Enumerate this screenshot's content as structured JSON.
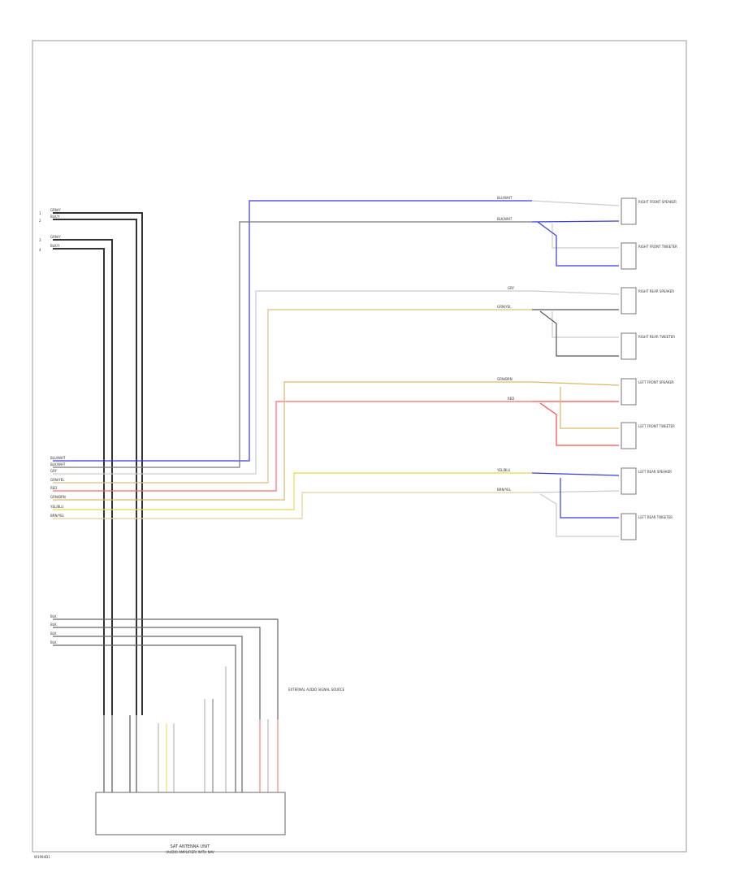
{
  "diagram": {
    "footer_code": "W1994D1",
    "module_label": "SAT ANTENNA UNIT",
    "module_sublabel": "(AUDIO AMPLIFIER) WITH NAV",
    "note_label": "EXTERNAL AUDIO SIGNAL SOURCE",
    "left_wires_top": [
      "GRN/Y",
      "BLK/Y",
      "GRN/Y",
      "BLK/Y"
    ],
    "left_wires_mid": [
      "BLU/WHT",
      "BLK/WHT",
      "GRY",
      "GRN/YEL",
      "RED",
      "GRN/BRN",
      "YEL/BLU",
      "BRN/YEL"
    ],
    "left_wires_bottom": [
      "BLK",
      "BLK",
      "BLK",
      "BLK"
    ],
    "right_wires": [
      "BLU/WHT",
      "BLK/WHT",
      "GRY",
      "GRN/YEL",
      "GRN/BRN",
      "RED",
      "YEL/BLU",
      "BRN/YEL"
    ],
    "speaker_names": [
      "RIGHT FRONT SPEAKER",
      "RIGHT FRONT TWEETER",
      "RIGHT REAR SPEAKER",
      "RIGHT REAR TWEETER",
      "LEFT FRONT SPEAKER",
      "LEFT FRONT TWEETER",
      "LEFT REAR SPEAKER",
      "LEFT REAR TWEETER"
    ],
    "colors": {
      "blue": "#3a3ae0",
      "black": "#222222",
      "gray": "#999999",
      "yellow": "#e6d84a",
      "tan": "#d9b96a",
      "red": "#ff3b3b",
      "lightgray": "#cfcfcf"
    }
  }
}
